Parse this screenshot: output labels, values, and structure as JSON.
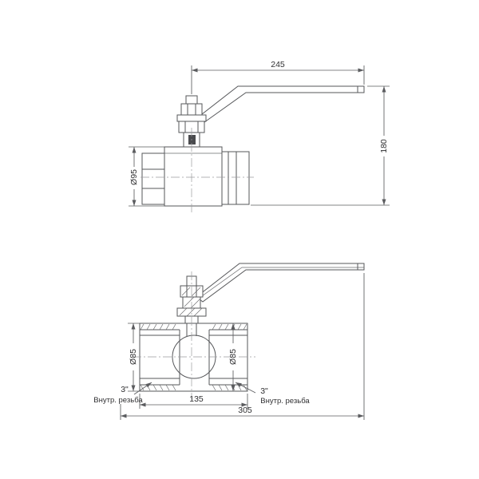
{
  "colors": {
    "line": "#56575a",
    "text": "#2f2f31",
    "background": "#ffffff"
  },
  "top_view": {
    "dim_length": "245",
    "dim_height": "180",
    "dim_diameter": "Ø95"
  },
  "bottom_view": {
    "dim_diameter_left": "Ø85",
    "dim_diameter_right": "Ø85",
    "thread_size_left": "3\"",
    "thread_note_left": "Внутр. резьба",
    "thread_size_right": "3\"",
    "thread_note_right": "Внутр. резьба",
    "dim_body_length": "135",
    "dim_overall_length": "305"
  }
}
